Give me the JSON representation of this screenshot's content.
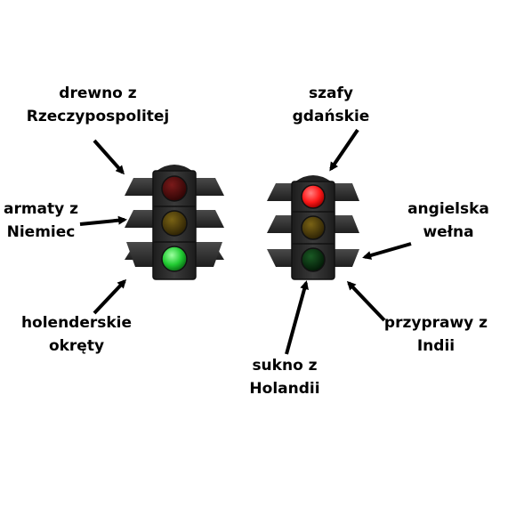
{
  "colors": {
    "housing": "#2a2a2a",
    "visor": "#3a3a3a",
    "red_on": "#ff1a1a",
    "red_off": "#4a0b0b",
    "amber_off": "#4a3a0a",
    "green_on": "#22cc33",
    "green_off": "#0b3a12",
    "arrow": "#000000",
    "text": "#000000"
  },
  "lights": {
    "left": {
      "active": "green"
    },
    "right": {
      "active": "red"
    }
  },
  "labels": {
    "drewno": {
      "line1": "drewno z",
      "line2": "Rzeczypospolitej"
    },
    "armaty": {
      "line1": "armaty z",
      "line2": "Niemiec"
    },
    "holenderskie": {
      "line1": "holenderskie",
      "line2": "okręty"
    },
    "szafy": {
      "line1": "szafy",
      "line2": "gdańskie"
    },
    "angielska": {
      "line1": "angielska",
      "line2": "wełna"
    },
    "sukno": {
      "line1": "sukno z",
      "line2": "Holandii"
    },
    "przyprawy": {
      "line1": "przyprawy z",
      "line2": "Indii"
    }
  }
}
